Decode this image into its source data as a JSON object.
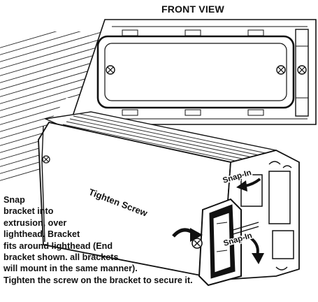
{
  "diagram": {
    "title": "FRONT VIEW",
    "housing_label": "Tighten Screw",
    "snap_top": "Snap-In",
    "snap_bottom": "Snap-In",
    "instructions": [
      "Snap",
      "bracket into",
      "extrusion, over",
      "lighthead. Bracket",
      "fits around lighthead (End",
      "bracket shown. all brackets",
      "will mount in the same manner).",
      "Tighten the screw on the bracket to secure it."
    ]
  }
}
